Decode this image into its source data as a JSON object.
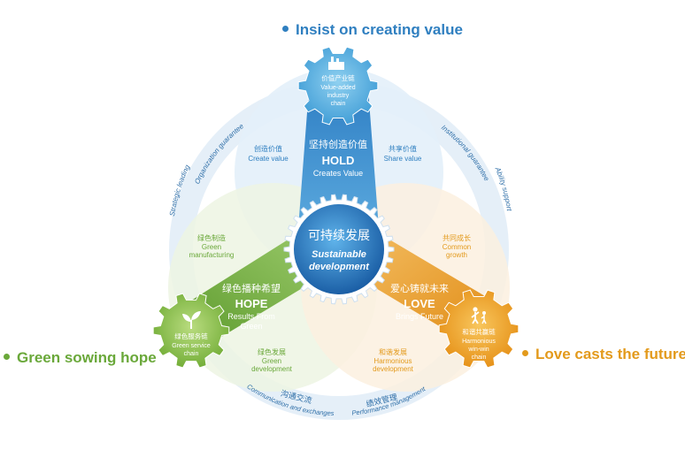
{
  "tags": {
    "top": "Insist on creating value",
    "left": "Green sowing hope",
    "right": "Love casts the future"
  },
  "center": {
    "cn": "可持续发展",
    "en1": "Sustainable",
    "en2": "development"
  },
  "hold": {
    "cn": "坚持创造价值",
    "title": "HOLD",
    "sub": "Creates Value"
  },
  "hope": {
    "cn": "绿色播种希望",
    "title": "HOPE",
    "sub1": "Results From",
    "sub2": "Green"
  },
  "love": {
    "cn": "爱心铸就未来",
    "title": "LOVE",
    "sub": "Brings Future"
  },
  "gears": {
    "top": {
      "cn": "价值产业链",
      "en1": "Value-added",
      "en2": "industry",
      "en3": "chain"
    },
    "left": {
      "cn": "绿色服务链",
      "en1": "Green service",
      "en2": "chain"
    },
    "right": {
      "cn": "和谐共赢链",
      "en1": "Harmonious",
      "en2": "win-win",
      "en3": "chain"
    }
  },
  "labels": {
    "create_cn": "创造价值",
    "create_en": "Create  value",
    "share_cn": "共享价值",
    "share_en": "Share value",
    "gmfg_cn": "绿色制造",
    "gmfg_en1": "Green",
    "gmfg_en2": "manufacturing",
    "common_cn": "共同成长",
    "common_en1": "Common",
    "common_en2": "growth",
    "gdev_cn": "绿色发展",
    "gdev_en1": "Green",
    "gdev_en2": "development",
    "hdev_cn": "和谐发展",
    "hdev_en1": "Harmonious",
    "hdev_en2": "development"
  },
  "ring": {
    "org": "Organization guarantee",
    "inst": "Institutional guarantee",
    "strategic": "Strategic leading",
    "ability": "Ability support",
    "comm_cn": "沟通交流",
    "comm_en": "Communication and exchanges",
    "perf_cn": "绩效管理",
    "perf_en": "Performance management"
  },
  "colors": {
    "blue": "#2f7fc0",
    "green": "#6aa83a",
    "orange": "#e39a1c",
    "ring": "#dce9f5"
  }
}
